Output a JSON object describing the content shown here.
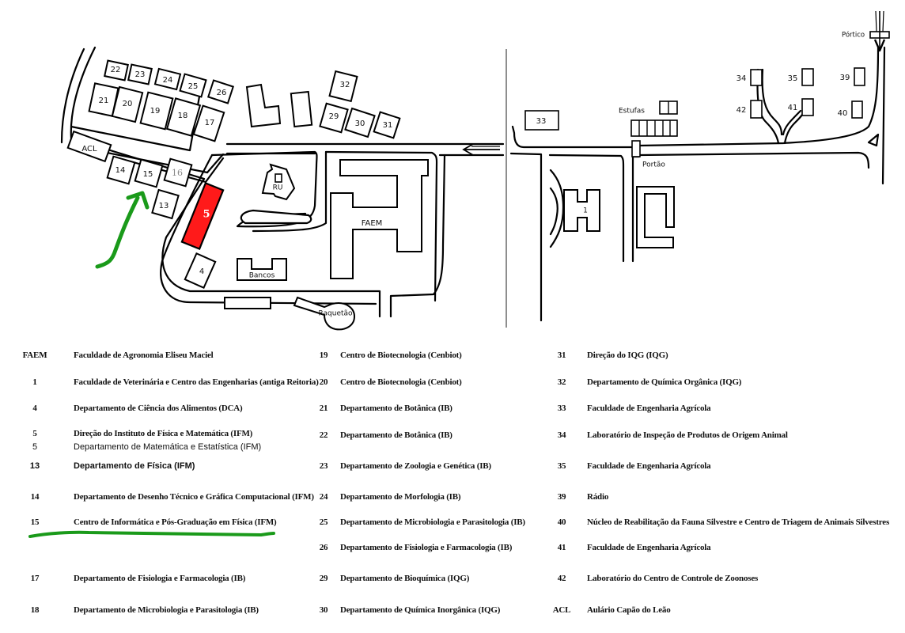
{
  "map": {
    "highlight_color": "#ff1a1a",
    "annotation_color": "#1a9a1a",
    "highlighted_building": "5",
    "buildings": {
      "b22": "22",
      "b23": "23",
      "b24": "24",
      "b25": "25",
      "b26": "26",
      "b21": "21",
      "b20": "20",
      "b19": "19",
      "b18": "18",
      "b17": "17",
      "bACL": "ACL",
      "b14": "14",
      "b15": "15",
      "b16": "16",
      "b13": "13",
      "b5": "5",
      "b4": "4",
      "b32": "32",
      "b29": "29",
      "b30": "30",
      "b31": "31",
      "bRU": "RU",
      "bFAEM": "FAEM",
      "bBancos": "Bancos",
      "bRaquetao": "Raquetão",
      "b33": "33",
      "b1": "1",
      "b34": "34",
      "b35": "35",
      "b39": "39",
      "b42": "42",
      "b41": "41",
      "b40": "40"
    },
    "places": {
      "estufas": "Estufas",
      "portao": "Portão",
      "portico": "Pórtico"
    },
    "icons": {
      "entry_arrow": "arrow-left-icon",
      "portico_arrow": "arrow-down-icon",
      "pointer_arrow": "arrow-up-right-icon"
    }
  },
  "legend": {
    "col1": [
      {
        "code": "FAEM",
        "name": "Faculdade de Agronomia Eliseu Maciel"
      },
      {
        "code": "1",
        "name": "Faculdade de Veterinária e Centro das Engenharias (antiga Reitoria)"
      },
      {
        "code": "4",
        "name": "Departamento de Ciência dos Alimentos (DCA)"
      },
      {
        "code": "5",
        "name": "Direção do Instituto de Física e Matemática (IFM)"
      },
      {
        "code": "5",
        "name": "Departamento de Matemática e Estatística (IFM)"
      },
      {
        "code": "13",
        "name": "Departamento de Física (IFM)"
      },
      {
        "code": "14",
        "name": "Departamento de Desenho Técnico e Gráfica Computacional (IFM)"
      },
      {
        "code": "15",
        "name": "Centro de Informática e Pós-Graduação em Física (IFM)"
      },
      {
        "code": "17",
        "name": "Departamento de Fisiologia e Farmacologia (IB)"
      },
      {
        "code": "18",
        "name": "Departamento de Microbiologia e Parasitologia (IB)"
      }
    ],
    "col2": [
      {
        "code": "19",
        "name": "Centro de Biotecnologia (Cenbiot)"
      },
      {
        "code": "20",
        "name": "Centro de Biotecnologia (Cenbiot)"
      },
      {
        "code": "21",
        "name": "Departamento de Botânica (IB)"
      },
      {
        "code": "22",
        "name": "Departamento de Botânica (IB)"
      },
      {
        "code": "23",
        "name": "Departamento de Zoologia e Genética (IB)"
      },
      {
        "code": "24",
        "name": "Departamento de Morfologia (IB)"
      },
      {
        "code": "25",
        "name": "Departamento de Microbiologia e Parasitologia (IB)"
      },
      {
        "code": "26",
        "name": "Departamento de Fisiologia e Farmacologia (IB)"
      },
      {
        "code": "29",
        "name": "Departamento de Bioquímica (IQG)"
      },
      {
        "code": "30",
        "name": "Departamento de Química Inorgânica (IQG)"
      }
    ],
    "col3": [
      {
        "code": "31",
        "name": "Direção do IQG (IQG)"
      },
      {
        "code": "32",
        "name": "Departamento de Química Orgânica (IQG)"
      },
      {
        "code": "33",
        "name": "Faculdade de Engenharia Agrícola"
      },
      {
        "code": "34",
        "name": "Laboratório de Inspeção de Produtos de Origem Animal"
      },
      {
        "code": "35",
        "name": "Faculdade de Engenharia Agrícola"
      },
      {
        "code": "39",
        "name": "Rádio"
      },
      {
        "code": "40",
        "name": "Núcleo de Reabilitação da Fauna Silvestre e Centro de Triagem de Animais Silvestres"
      },
      {
        "code": "41",
        "name": "Faculdade de Engenharia Agrícola"
      },
      {
        "code": "42",
        "name": "Laboratório do Centro de Controle de Zoonoses"
      },
      {
        "code": "ACL",
        "name": "Aulário Capão do Leão"
      }
    ]
  }
}
